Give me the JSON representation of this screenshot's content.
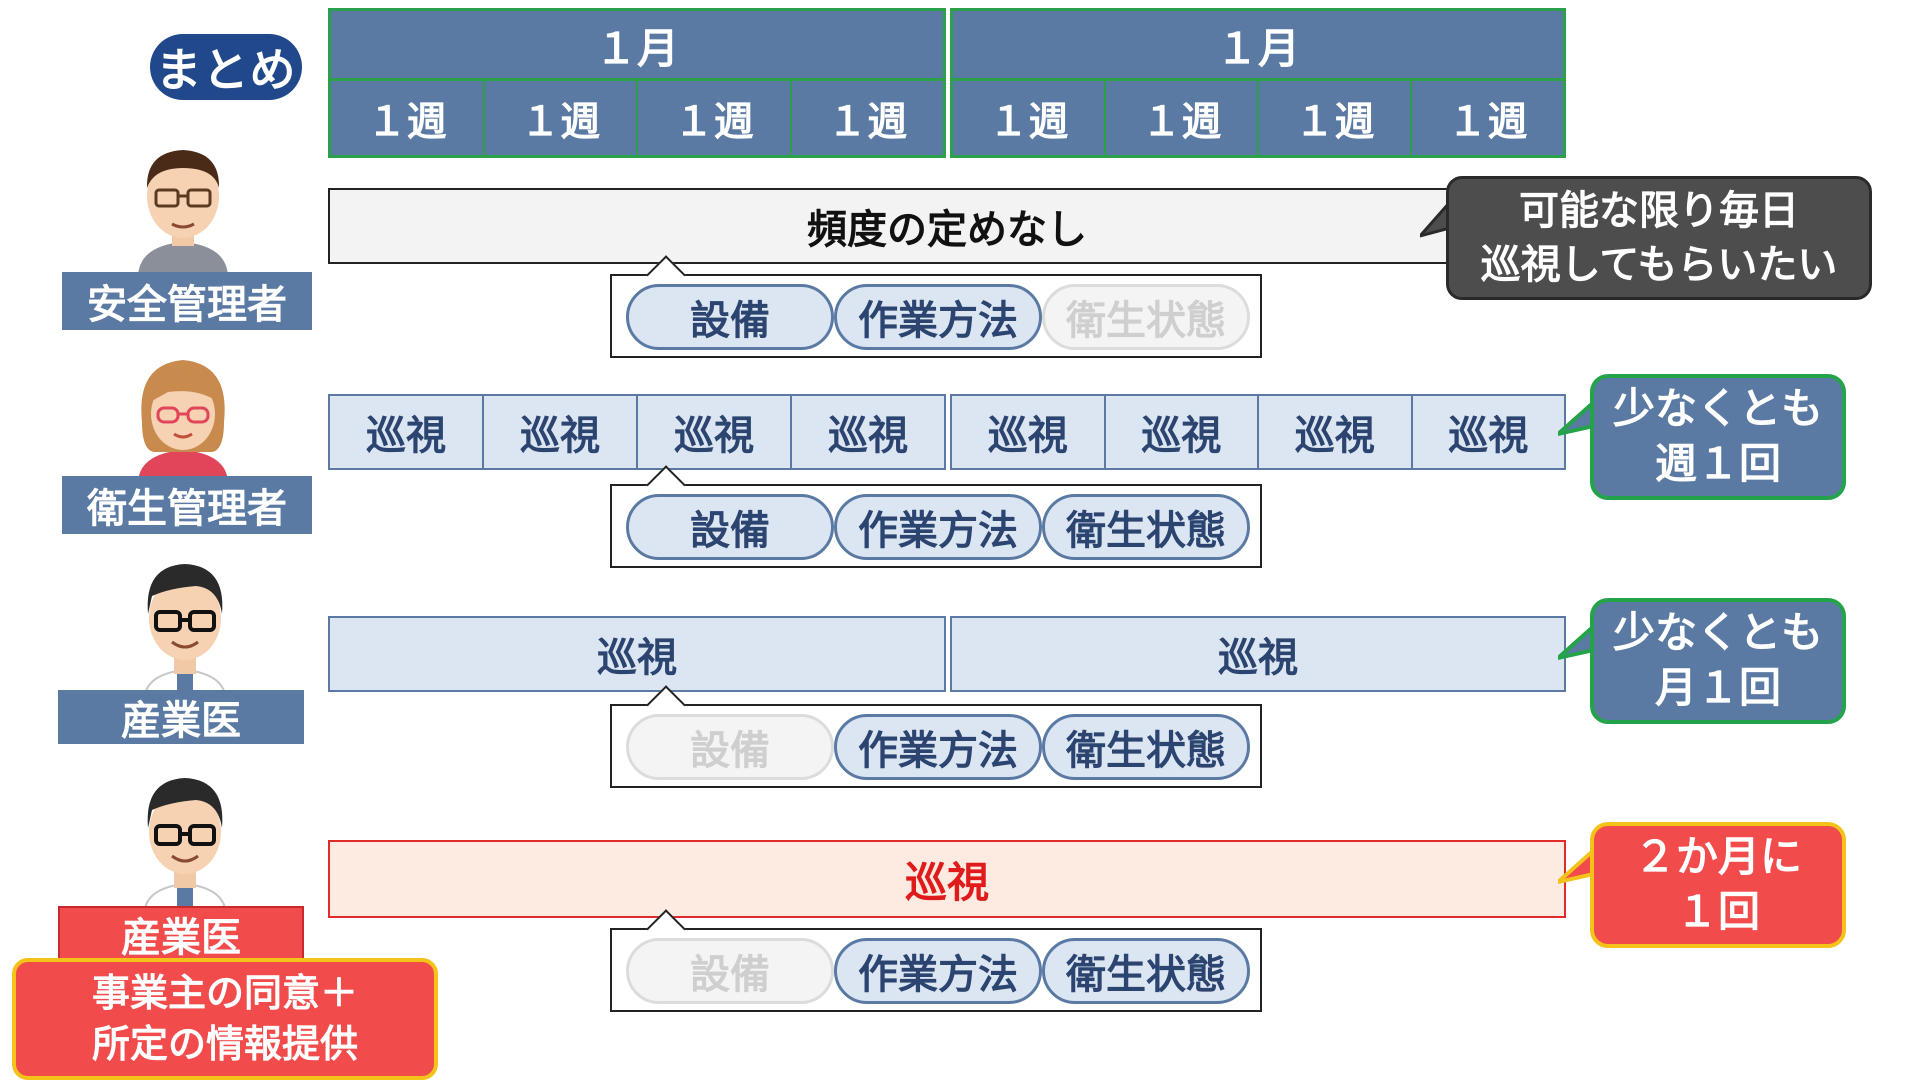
{
  "header": {
    "badge": "まとめ",
    "months": [
      "１月",
      "１月"
    ],
    "weeks": [
      "１週",
      "１週",
      "１週",
      "１週",
      "１週",
      "１週",
      "１週",
      "１週"
    ]
  },
  "rows": [
    {
      "role": "安全管理者",
      "role_color": "#5a7aa3",
      "bar_label": "頻度の定めなし",
      "items": [
        {
          "label": "設備",
          "active": true
        },
        {
          "label": "作業方法",
          "active": true
        },
        {
          "label": "衛生状態",
          "active": false
        }
      ],
      "bubble": "可能な限り毎日\n巡視してもらいたい"
    },
    {
      "role": "衛生管理者",
      "role_color": "#5a7aa3",
      "bar_cells": [
        "巡視",
        "巡視",
        "巡視",
        "巡視",
        "巡視",
        "巡視",
        "巡視",
        "巡視"
      ],
      "items": [
        {
          "label": "設備",
          "active": true
        },
        {
          "label": "作業方法",
          "active": true
        },
        {
          "label": "衛生状態",
          "active": true
        }
      ],
      "bubble": "少なくとも\n週１回"
    },
    {
      "role": "産業医",
      "role_color": "#5a7aa3",
      "bar_cells": [
        "巡視",
        "巡視"
      ],
      "items": [
        {
          "label": "設備",
          "active": false
        },
        {
          "label": "作業方法",
          "active": true
        },
        {
          "label": "衛生状態",
          "active": true
        }
      ],
      "bubble": "少なくとも\n月１回"
    },
    {
      "role": "産業医",
      "role_color": "#f14b4b",
      "bar_label": "巡視",
      "items": [
        {
          "label": "設備",
          "active": false
        },
        {
          "label": "作業方法",
          "active": true
        },
        {
          "label": "衛生状態",
          "active": true
        }
      ],
      "bubble": "２か月に\n１回",
      "note": "事業主の同意＋\n所定の情報提供"
    }
  ],
  "colors": {
    "header_blue": "#5a7aa3",
    "header_border_green": "#2aa04a",
    "badge_navy": "#20488a",
    "bar_light_blue": "#dce6f3",
    "alert_red": "#f14b4b",
    "alert_border_yellow": "#f5c21a",
    "dark_bubble": "#4d4d4d"
  },
  "icons": {
    "row1": "man-with-glasses-avatar-icon",
    "row2": "woman-with-glasses-avatar-icon",
    "row3": "doctor-avatar-icon",
    "row4": "doctor-avatar-icon"
  }
}
